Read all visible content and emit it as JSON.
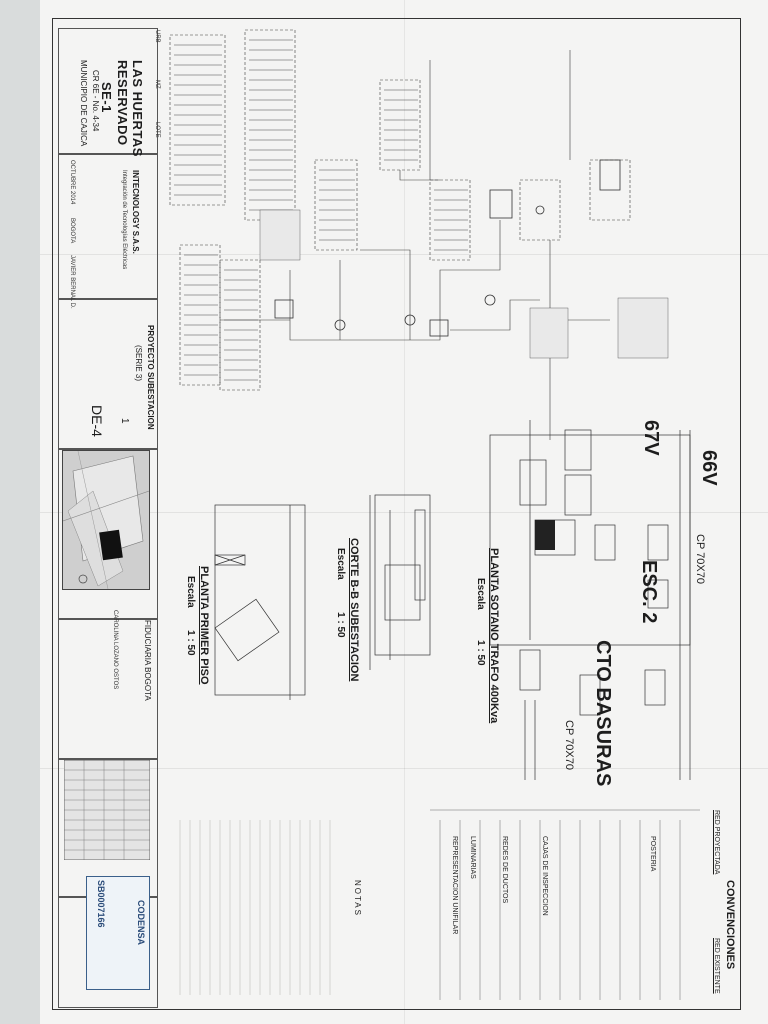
{
  "title_block": {
    "project_name_line1": "LAS HUERTAS",
    "project_name_line2": "RESERVADO",
    "project_code": "SE-1",
    "cr": "CR 6E - No. 4-34",
    "municipio": "MUNICIPIO DE CAJICA",
    "urb": "URB",
    "mz": "MZ",
    "lote": "LOTE",
    "company_name": "INTECNOLOGY S.A.S.",
    "company_sub": "Integración de Tecnologías Eléctricas",
    "date": "OCTUBRE 2014",
    "city": "BOGOTA",
    "designer": "JAVIER BERNAL D.",
    "project_title": "PROYECTO SUBESTACION",
    "project_series": "(SERIE 3)",
    "plan_number": "DE-4",
    "sheet": "1",
    "propietario": "FIDUCIARIA BOGOTA",
    "reviewer": "CAROLINA LOZANO OSTOS",
    "approval_code": "SB0007166",
    "codensa": "CODENSA"
  },
  "drawing_labels": {
    "v66": "66V",
    "v67": "67V",
    "esc2": "ESC. 2",
    "cto_basuras": "CTO BASURAS",
    "planta_sotano": "PLANTA SOTANO TRAFO 400Kva",
    "escala_sotano": "Escala",
    "escala_sotano_val": "1 : 50",
    "corte_bb": "CORTE B-B  SUBESTACION",
    "escala_corte": "Escala",
    "escala_corte_val": "1 : 50",
    "planta_primer": "PLANTA PRIMER PISO",
    "escala_primer": "Escala",
    "escala_primer_val": "1 : 50",
    "convenciones": "CONVENCIONES",
    "notas": "NOTAS",
    "red_proyectada": "RED PROYECTADA",
    "red_existente": "RED EXISTENTE",
    "representacion_unifilar": "REPRESENTACION UNIFILAR",
    "cajas_inspeccion": "CAJAS DE INSPECCION",
    "redes_ductos": "REDES DE DUCTOS",
    "luminarias": "LUMINARIAS",
    "posteria": "POSTERIA",
    "cp_70x70": "CP 70X70",
    "cp_70x70_b": "CP 70X70"
  }
}
